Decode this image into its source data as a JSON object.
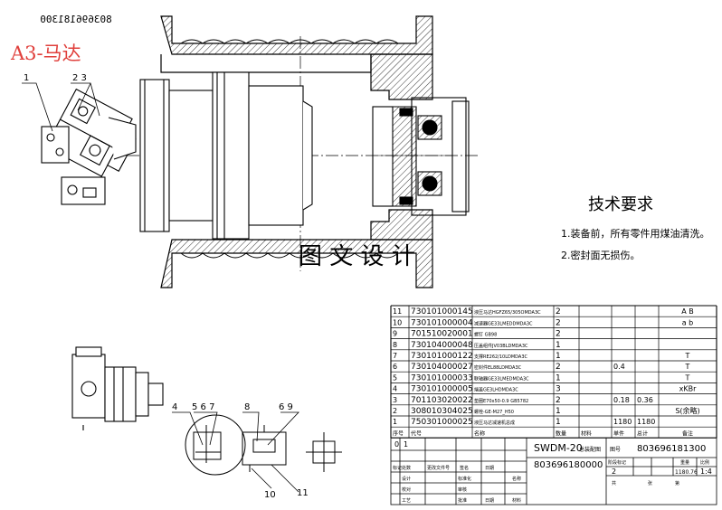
{
  "drawing_code_mirrored": "803696181300",
  "sheet_label": "A3-马达",
  "watermark": "图 文 设 计",
  "tech": {
    "title": "技术要求",
    "items": [
      "1.装备前，所有零件用煤油清洗。",
      "2.密封面无损伤。"
    ]
  },
  "callouts": [
    "1",
    "2 3",
    "4",
    "5 6 7",
    "8",
    "6 9",
    "10",
    "11"
  ],
  "bom": {
    "rows": [
      {
        "no": "11",
        "code": "730101000145",
        "name": "液压马达HGFZ65/305OMDA3C",
        "qty": "2",
        "mat": "",
        "unit": "",
        "total": "",
        "note": "A B"
      },
      {
        "no": "10",
        "code": "730101000004",
        "name": "减速器GE33LMEDDMDA3C",
        "qty": "2",
        "mat": "",
        "unit": "",
        "total": "",
        "note": "a b"
      },
      {
        "no": "9",
        "code": "701510020001",
        "name": "螺钉 GB98",
        "qty": "2",
        "mat": "",
        "unit": "",
        "total": "",
        "note": ""
      },
      {
        "no": "8",
        "code": "730104000048",
        "name": "压盖组件JV03BLDMDA3C",
        "qty": "1",
        "mat": "",
        "unit": "",
        "total": "",
        "note": ""
      },
      {
        "no": "7",
        "code": "730101000122",
        "name": "支撑RE262/10LDMDA3C",
        "qty": "1",
        "mat": "",
        "unit": "",
        "total": "",
        "note": "T"
      },
      {
        "no": "6",
        "code": "730104000027",
        "name": "密封件EL88LDMDA3C",
        "qty": "2",
        "mat": "",
        "unit": "0.4",
        "total": "",
        "note": "T"
      },
      {
        "no": "5",
        "code": "730101000033",
        "name": "联轴器GE33LMEDMDA3C",
        "qty": "1",
        "mat": "",
        "unit": "",
        "total": "",
        "note": "T"
      },
      {
        "no": "4",
        "code": "730101000005",
        "name": "端盖GE3LHDMDA3C",
        "qty": "3",
        "mat": "",
        "unit": "",
        "total": "",
        "note": "xKBr"
      },
      {
        "no": "3",
        "code": "701103020022",
        "name": "垫圈E70x50-0.9 GB5782",
        "qty": "2",
        "mat": "",
        "unit": "0.18",
        "total": "0.36",
        "note": ""
      },
      {
        "no": "2",
        "code": "308010304025",
        "name": "螺栓-GE-M27_H50",
        "qty": "1",
        "mat": "",
        "unit": "",
        "total": "",
        "note": "S(余略)"
      },
      {
        "no": "1",
        "code": "750301000025",
        "name": "液压马达减速机总成",
        "qty": "1",
        "mat": "",
        "unit": "1180",
        "total": "1180",
        "note": ""
      }
    ],
    "header": {
      "no": "序号",
      "code": "代号",
      "name": "名称",
      "qty": "数量",
      "mat": "材料",
      "unit": "单件",
      "total": "总计",
      "note": "备注"
    }
  },
  "title_block": {
    "model": "SWDM-20",
    "assembly": "总装配图",
    "drawing_no_label": "图号",
    "drawing_no": "803696181300",
    "base_no": "803696180000",
    "stage_label": "阶段标记",
    "weight_label": "重量",
    "scale_label": "比例",
    "sheet_count": "2",
    "weight": "1180.76",
    "scale": "1:4",
    "sheets_label": "共",
    "page_label": "张",
    "sheet_no_label": "第",
    "rev_cells": [
      "0",
      "1"
    ],
    "roles": [
      "标记",
      "处数",
      "更改文件号",
      "签名",
      "日期",
      "设计",
      "标准化",
      "校对",
      "审核",
      "工艺",
      "批准",
      "日期"
    ],
    "company_label": "名称",
    "material_label": "材料"
  }
}
